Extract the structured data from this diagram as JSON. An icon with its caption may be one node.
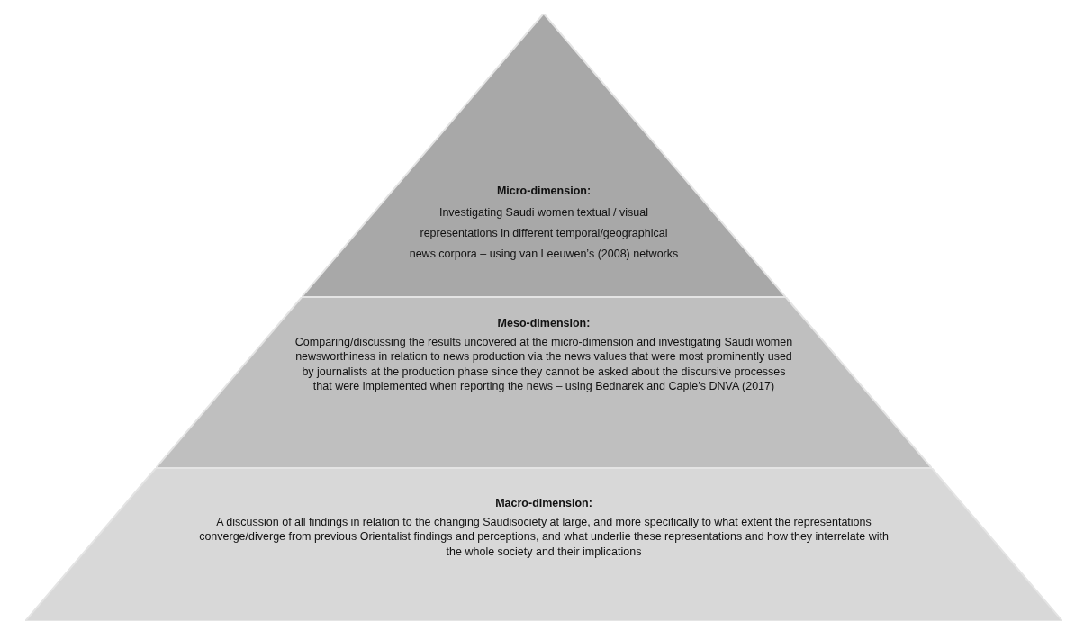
{
  "diagram": {
    "nodes": [
      {
        "text": [
          "Micro-dimension:",
          "Investigating Saudi women textual / visual representations in different temporal/geographical news corpora – using van Leeuwen’s (2008) networks"
        ]
      },
      {
        "text": [
          "Meso-dimension:",
          "Comparing/discussing the results uncovered at the micro-dimension and investigating Saudi women newsworthiness in relation to news production via the news values that were most prominently used by journalists at the production phase since they cannot be asked about the discursive processes that were implemented when reporting the news – using Bednarek and Caple’s DNVA (2017)"
        ]
      },
      {
        "text": [
          "Macro-dimension:",
          "A discussion of all findings in relation to the changing Saudisociety at large, and more specifically to what extent the representations converge/diverge from previous Orientalist findings and perceptions, and what underlie these representations and how they interrelate with the whole society and their implications"
        ]
      }
    ]
  }
}
